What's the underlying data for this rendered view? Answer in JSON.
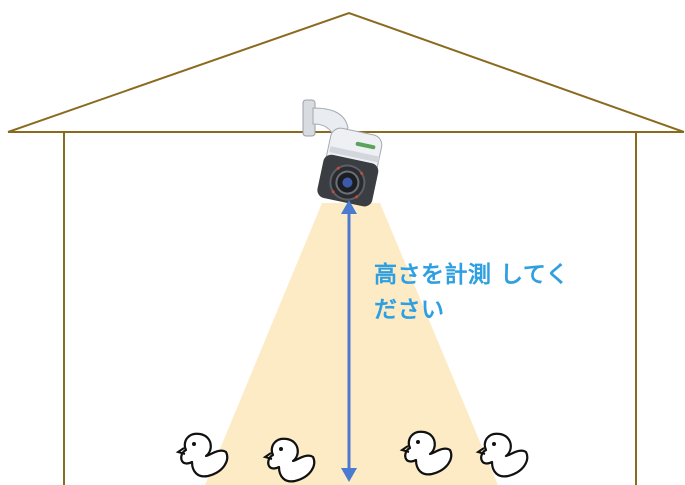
{
  "caption": {
    "line1": "高さを計測 してく",
    "line2": "ださい"
  },
  "colors": {
    "roof": "#8a6a1e",
    "light_cone": "#fdebc6",
    "arrow": "#4a7bd0",
    "caption": "#2e9fe0",
    "camera_body": "#eef0f3",
    "camera_dark": "#3a3d42"
  },
  "icons": {
    "camera": "security-camera-icon",
    "bird": "chick-icon"
  },
  "bird_count": 4
}
